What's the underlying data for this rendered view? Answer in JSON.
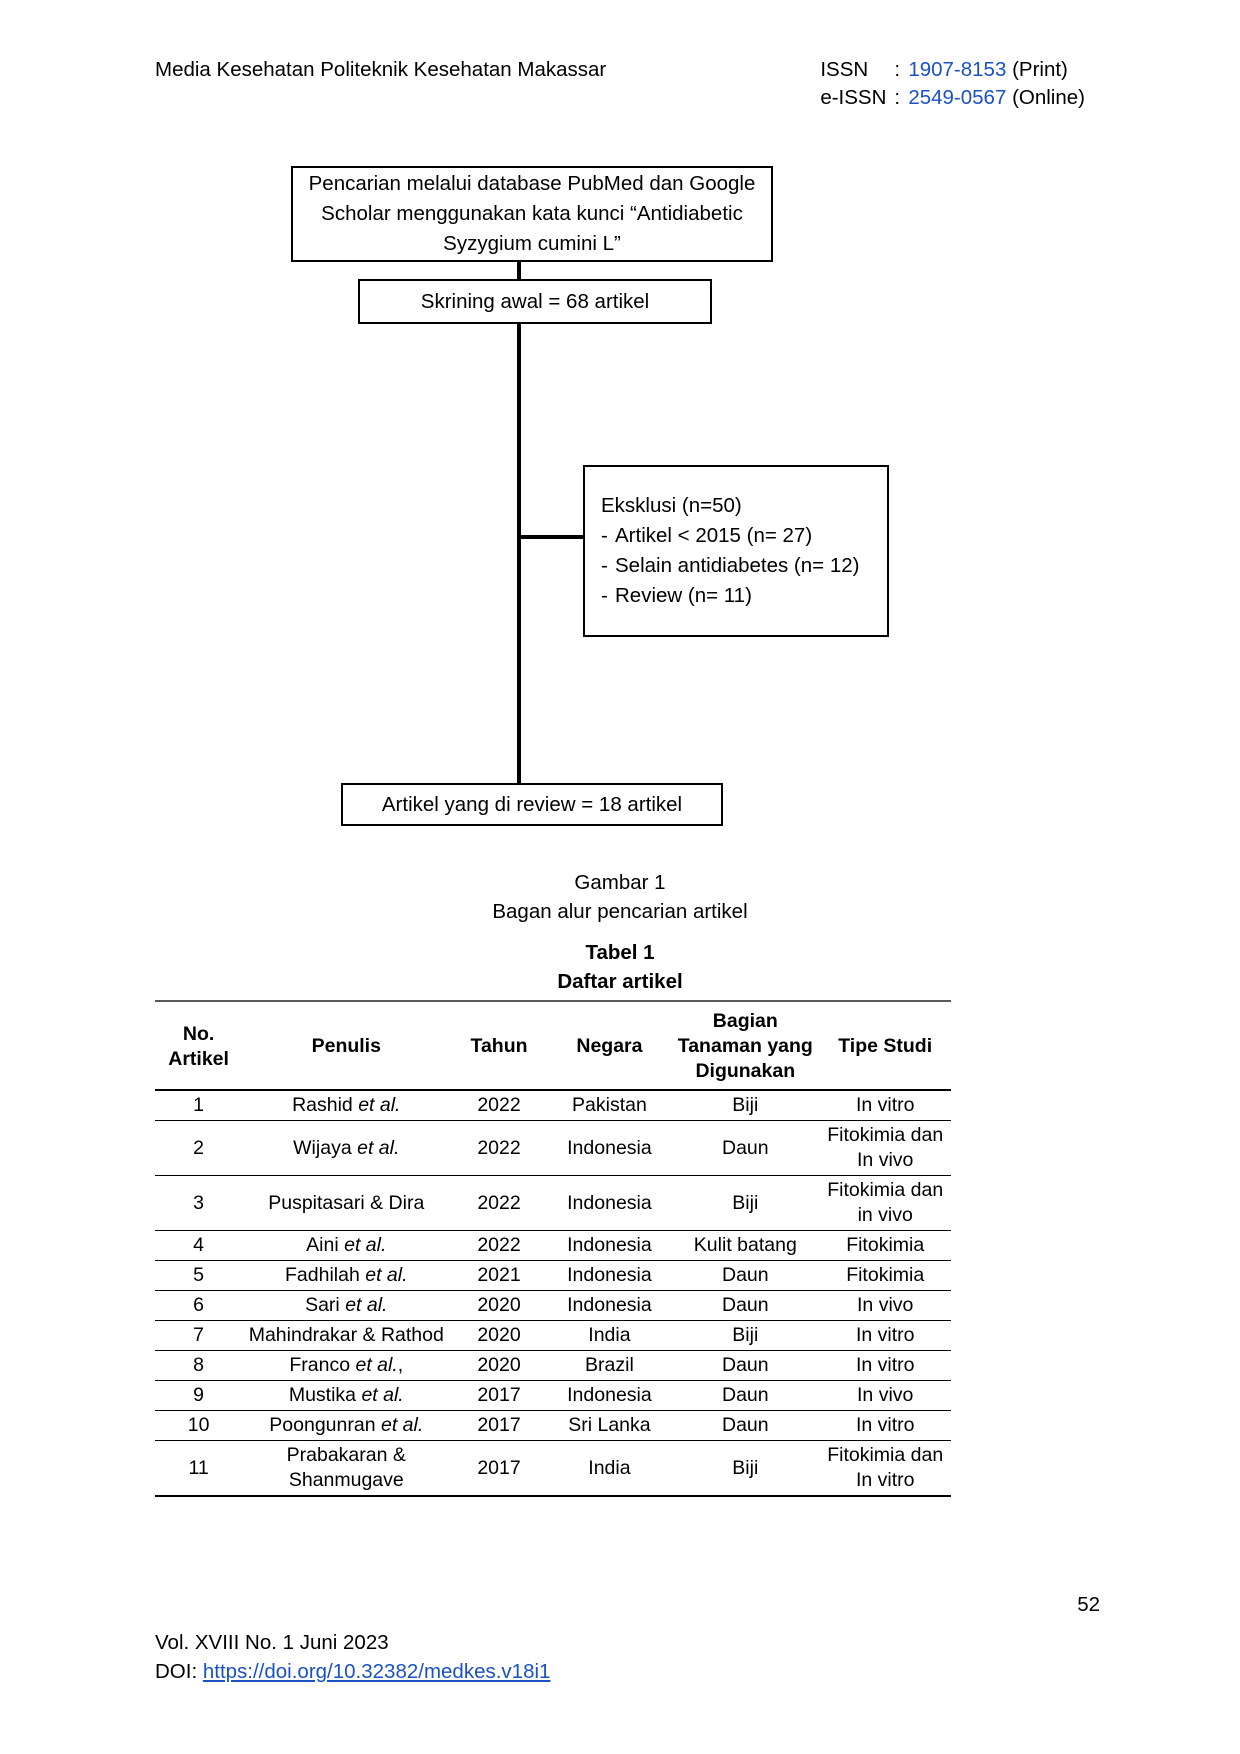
{
  "header": {
    "journal_title": "Media Kesehatan Politeknik Kesehatan Makassar",
    "issn_print_label": "ISSN",
    "issn_print_colon": ":",
    "issn_print_number": "1907-8153",
    "issn_print_suffix": "(Print)",
    "issn_online_label": "e-ISSN",
    "issn_online_colon": ":",
    "issn_online_number": "2549-0567",
    "issn_online_suffix": "(Online)"
  },
  "flowchart": {
    "search_box": "Pencarian melalui database PubMed dan Google Scholar menggunakan kata kunci “Antidiabetic Syzygium cumini L”",
    "screening_box": "Skrining awal = 68 artikel",
    "exclusion_title": "Eksklusi (n=50)",
    "exclusion_items": [
      "Artikel < 2015 (n= 27)",
      "Selain antidiabetes (n= 12)",
      "Review (n= 11)"
    ],
    "exclusion_dash": "-",
    "review_box": "Artikel yang di review = 18 artikel"
  },
  "captions": {
    "figure_number": "Gambar 1",
    "figure_title": "Bagan alur pencarian artikel",
    "table_number": "Tabel 1",
    "table_title": "Daftar artikel"
  },
  "table": {
    "headers": [
      "No. Artikel",
      "Penulis",
      "Tahun",
      "Negara",
      "Bagian Tanaman yang Digunakan",
      "Tipe Studi"
    ],
    "header_lines": {
      "no_artikel": [
        "No.",
        "Artikel"
      ],
      "penulis": [
        "Penulis"
      ],
      "tahun": [
        "Tahun"
      ],
      "negara": [
        "Negara"
      ],
      "bagian": [
        "Bagian",
        "Tanaman yang",
        "Digunakan"
      ],
      "tipe": [
        "Tipe Studi"
      ]
    },
    "rows": [
      {
        "no": "1",
        "penulis_name": "Rashid ",
        "penulis_ital": "et al.",
        "penulis_tail": "",
        "tahun": "2022",
        "negara": "Pakistan",
        "bagian": "Biji",
        "tipe": "In vitro"
      },
      {
        "no": "2",
        "penulis_name": "Wijaya ",
        "penulis_ital": "et al.",
        "penulis_tail": "",
        "tahun": "2022",
        "negara": "Indonesia",
        "bagian": "Daun",
        "tipe": "Fitokimia dan In vivo"
      },
      {
        "no": "3",
        "penulis_name": "Puspitasari & Dira",
        "penulis_ital": "",
        "penulis_tail": "",
        "tahun": "2022",
        "negara": "Indonesia",
        "bagian": "Biji",
        "tipe": "Fitokimia dan in vivo"
      },
      {
        "no": "4",
        "penulis_name": "Aini ",
        "penulis_ital": "et al.",
        "penulis_tail": "",
        "tahun": "2022",
        "negara": "Indonesia",
        "bagian": "Kulit batang",
        "tipe": "Fitokimia"
      },
      {
        "no": "5",
        "penulis_name": "Fadhilah ",
        "penulis_ital": "et al.",
        "penulis_tail": "",
        "tahun": "2021",
        "negara": "Indonesia",
        "bagian": "Daun",
        "tipe": "Fitokimia"
      },
      {
        "no": "6",
        "penulis_name": "Sari ",
        "penulis_ital": "et al.",
        "penulis_tail": "",
        "tahun": "2020",
        "negara": "Indonesia",
        "bagian": "Daun",
        "tipe": "In vivo"
      },
      {
        "no": "7",
        "penulis_name": "Mahindrakar & Rathod",
        "penulis_ital": "",
        "penulis_tail": "",
        "tahun": "2020",
        "negara": "India",
        "bagian": "Biji",
        "tipe": "In vitro"
      },
      {
        "no": "8",
        "penulis_name": "Franco ",
        "penulis_ital": "et al.",
        "penulis_tail": ",",
        "tahun": "2020",
        "negara": "Brazil",
        "bagian": "Daun",
        "tipe": "In vitro"
      },
      {
        "no": "9",
        "penulis_name": "Mustika ",
        "penulis_ital": "et al.",
        "penulis_tail": "",
        "tahun": "2017",
        "negara": "Indonesia",
        "bagian": "Daun",
        "tipe": "In vivo"
      },
      {
        "no": "10",
        "penulis_name": "Poongunran ",
        "penulis_ital": "et al.",
        "penulis_tail": "",
        "tahun": "2017",
        "negara": "Sri Lanka",
        "bagian": "Daun",
        "tipe": "In vitro"
      },
      {
        "no": "11",
        "penulis_name": "Prabakaran & Shanmugave",
        "penulis_ital": "",
        "penulis_tail": "",
        "tahun": "2017",
        "negara": "India",
        "bagian": "Biji",
        "tipe": "Fitokimia dan In vitro"
      }
    ]
  },
  "footer": {
    "page_number": "52",
    "volume": "Vol. XVIII No. 1 Juni 2023",
    "doi_label": "DOI: ",
    "doi_url": "https://doi.org/10.32382/medkes.v18i1"
  },
  "colors": {
    "link": "#1a52c4",
    "text": "#000000",
    "rule": "#000000"
  }
}
